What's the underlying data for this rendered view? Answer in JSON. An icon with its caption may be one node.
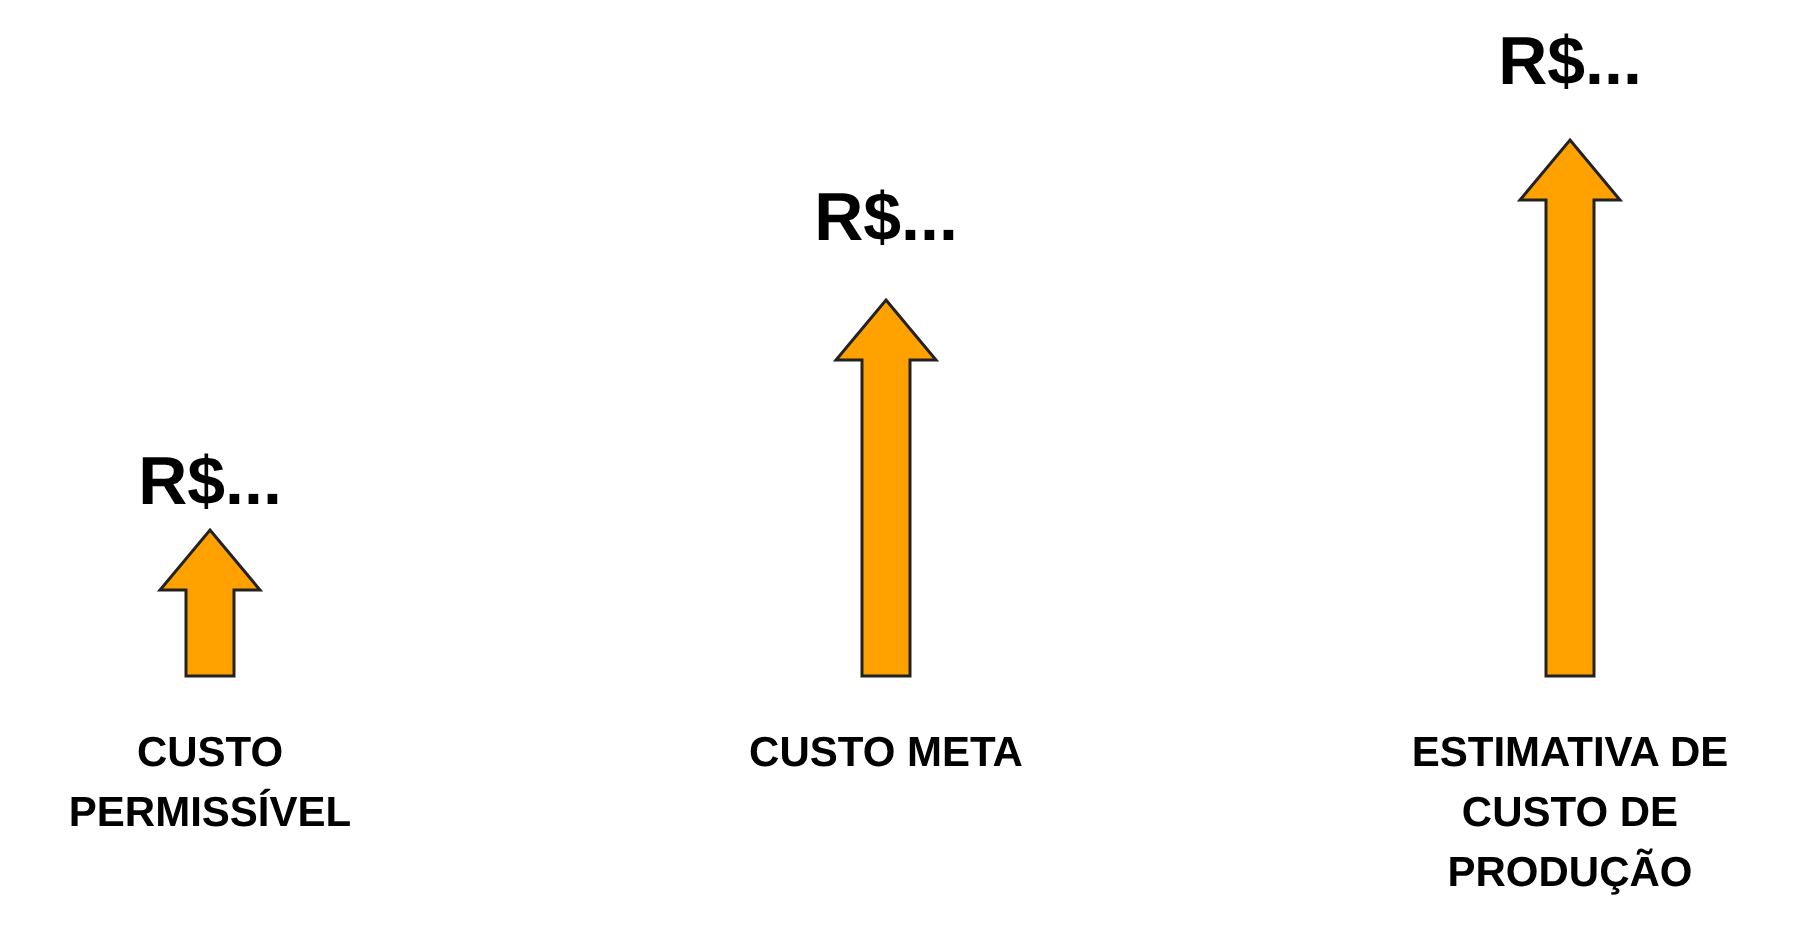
{
  "diagram": {
    "nodes": [
      {
        "text": [],
        "shape": "arrow",
        "beside": [
          "R$...",
          "CUSTO PERMISSÍVEL"
        ]
      },
      {
        "text": [],
        "shape": "arrow",
        "beside": [
          "R$...",
          "CUSTO META"
        ]
      },
      {
        "text": [],
        "shape": "arrow",
        "beside": [
          "R$...",
          "ESTIMATIVA DE CUSTO DE PRODUÇÃO"
        ]
      }
    ]
  }
}
